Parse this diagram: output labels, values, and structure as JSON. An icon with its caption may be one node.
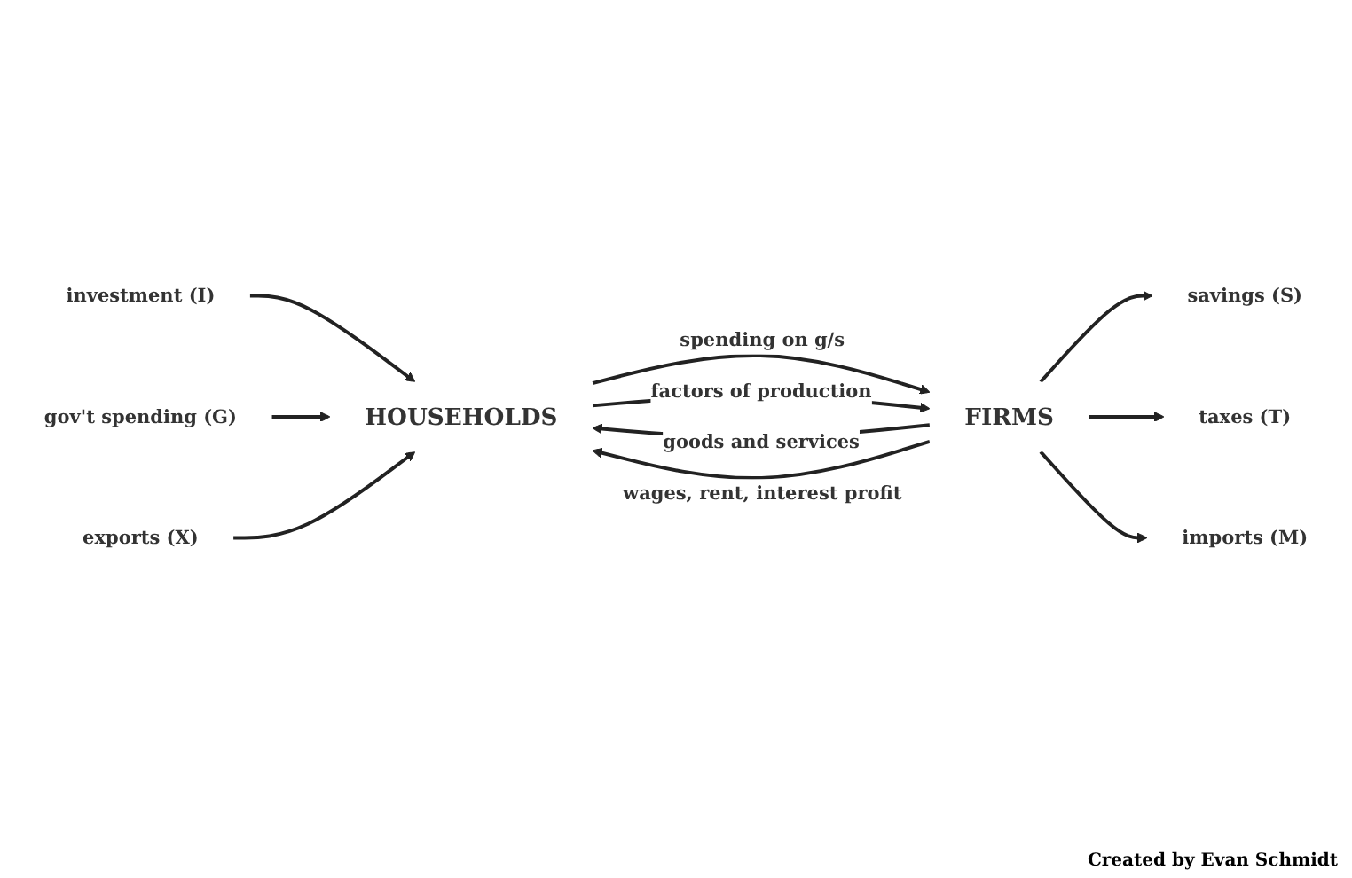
{
  "diagram": {
    "nodes": [
      {
        "text": [
          "investment (I)"
        ]
      },
      {
        "text": [
          "savings (S)"
        ]
      },
      {
        "text": [
          "HOUSEHOLDS"
        ]
      },
      {
        "text": [
          "FIRMS"
        ]
      },
      {
        "text": [
          "gov't spending (G)"
        ]
      },
      {
        "text": [
          "taxes (T)"
        ]
      },
      {
        "text": [
          "exports (X)"
        ]
      },
      {
        "text": [
          "imports (M)"
        ]
      }
    ],
    "edges": [
      {
        "from": 2,
        "to": 3,
        "arrow": "to",
        "label": "spending on g/s"
      },
      {
        "from": 3,
        "to": 2,
        "arrow": "to",
        "label": "goods and services"
      },
      {
        "from": 2,
        "to": 3,
        "arrow": "to",
        "label": "factors of production"
      },
      {
        "from": 3,
        "to": 2,
        "arrow": "to",
        "label": "wages, rent, interest profit"
      },
      {
        "from": 0,
        "to": 2,
        "arrow": "to"
      },
      {
        "from": 3,
        "to": 1,
        "arrow": "to"
      },
      {
        "from": 4,
        "to": 2,
        "arrow": "to"
      },
      {
        "from": 3,
        "to": 5,
        "arrow": "to"
      },
      {
        "from": 6,
        "to": 2,
        "arrow": "to"
      },
      {
        "from": 3,
        "to": 7,
        "arrow": "to"
      }
    ],
    "labels": [
      "Created by Evan Schmidt"
    ]
  }
}
